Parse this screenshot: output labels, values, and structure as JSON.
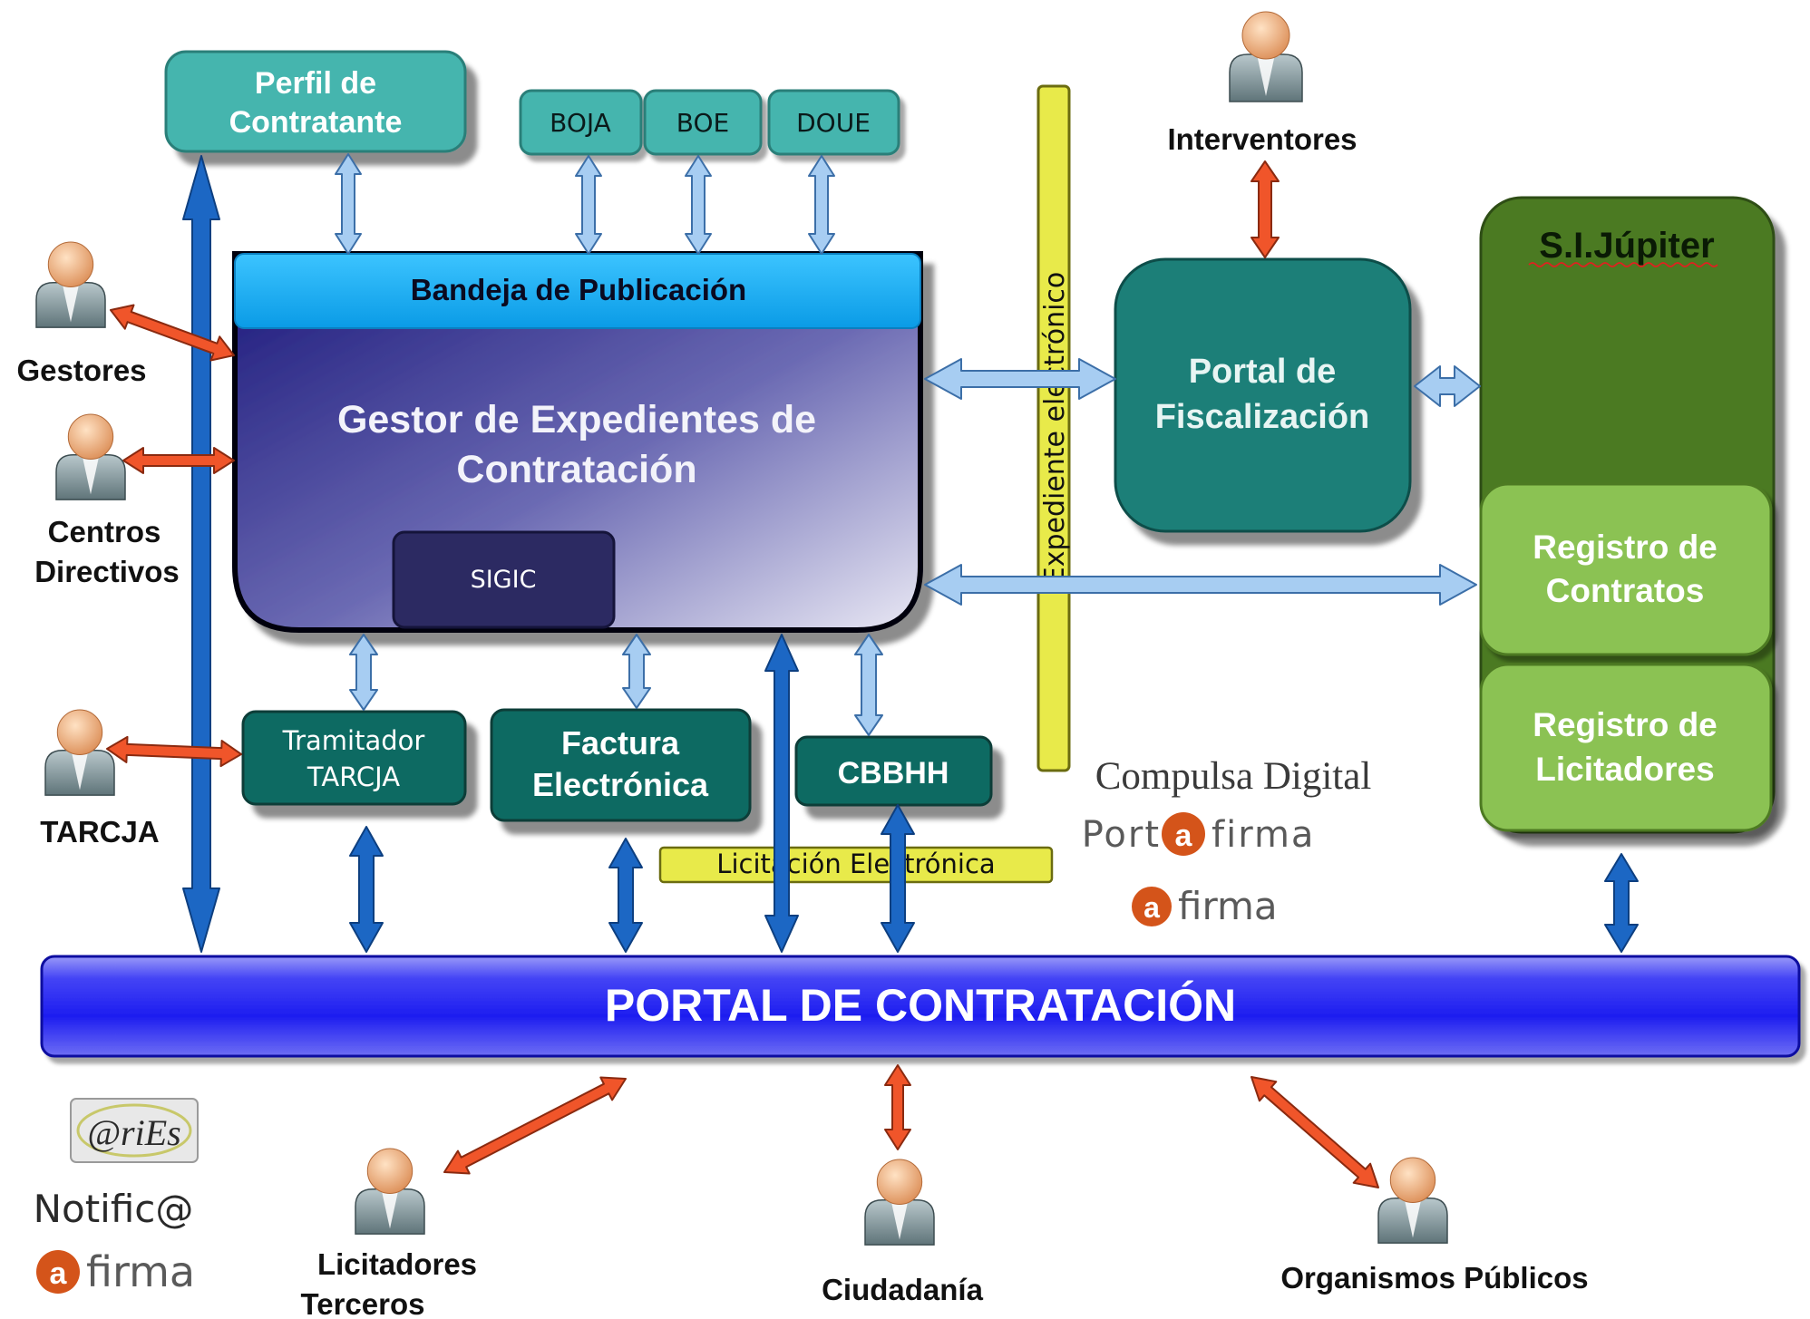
{
  "external": {
    "perfil": [
      "Perfil de",
      "Contratante"
    ],
    "boja": "BOJA",
    "boe": "BOE",
    "doue": "DOUE"
  },
  "gestor": {
    "bandeja": "Bandeja de Publicación",
    "title": [
      "Gestor de Expedientes de",
      "Contratación"
    ],
    "sigic": "SIGIC"
  },
  "vertical_bar": "Expediente electrónico",
  "fiscalizacion": [
    "Portal de",
    "Fiscalización"
  ],
  "jupiter": {
    "title": "S.I.Júpiter",
    "registro_contratos": [
      "Registro de",
      "Contratos"
    ],
    "registro_licitadores": [
      "Registro de",
      "Licitadores"
    ]
  },
  "modules": {
    "tramitador": [
      "Tramitador",
      "TARCJA"
    ],
    "factura": [
      "Factura",
      "Electrónica"
    ],
    "cbbhh": "CBBHH",
    "licitacion": "Licitación Electrónica"
  },
  "portal": "PORTAL DE CONTRATACIÓN",
  "people": {
    "interventores": "Interventores",
    "gestores": "Gestores",
    "centros": [
      "Centros",
      "Directivos"
    ],
    "tarcja": "TARCJA",
    "licitadores": [
      "Licitadores",
      "Terceros"
    ],
    "ciudadania": "Ciudadanía",
    "organismos": "Organismos Públicos"
  },
  "logos": {
    "compulsa": "Compulsa Digital",
    "portafirma_pre": "Port",
    "portafirma_post": "firma",
    "afirma": "firma",
    "aries": "@riEs",
    "notifica": "Notific@"
  },
  "colors": {
    "teal": "#45b5ae",
    "dark_teal": "#0f6b62",
    "fiscal_teal": "#1d7f78",
    "bandeja": "#12aaf0",
    "jupiter_dark": "#4c7a22",
    "jupiter_light": "#8bc253",
    "portal_blue": "#1f1ff2",
    "yellow": "#e8ea4a",
    "arrow_light": "#a7cdf2",
    "arrow_dark": "#1c67c4",
    "arrow_orange": "#f0552a"
  }
}
